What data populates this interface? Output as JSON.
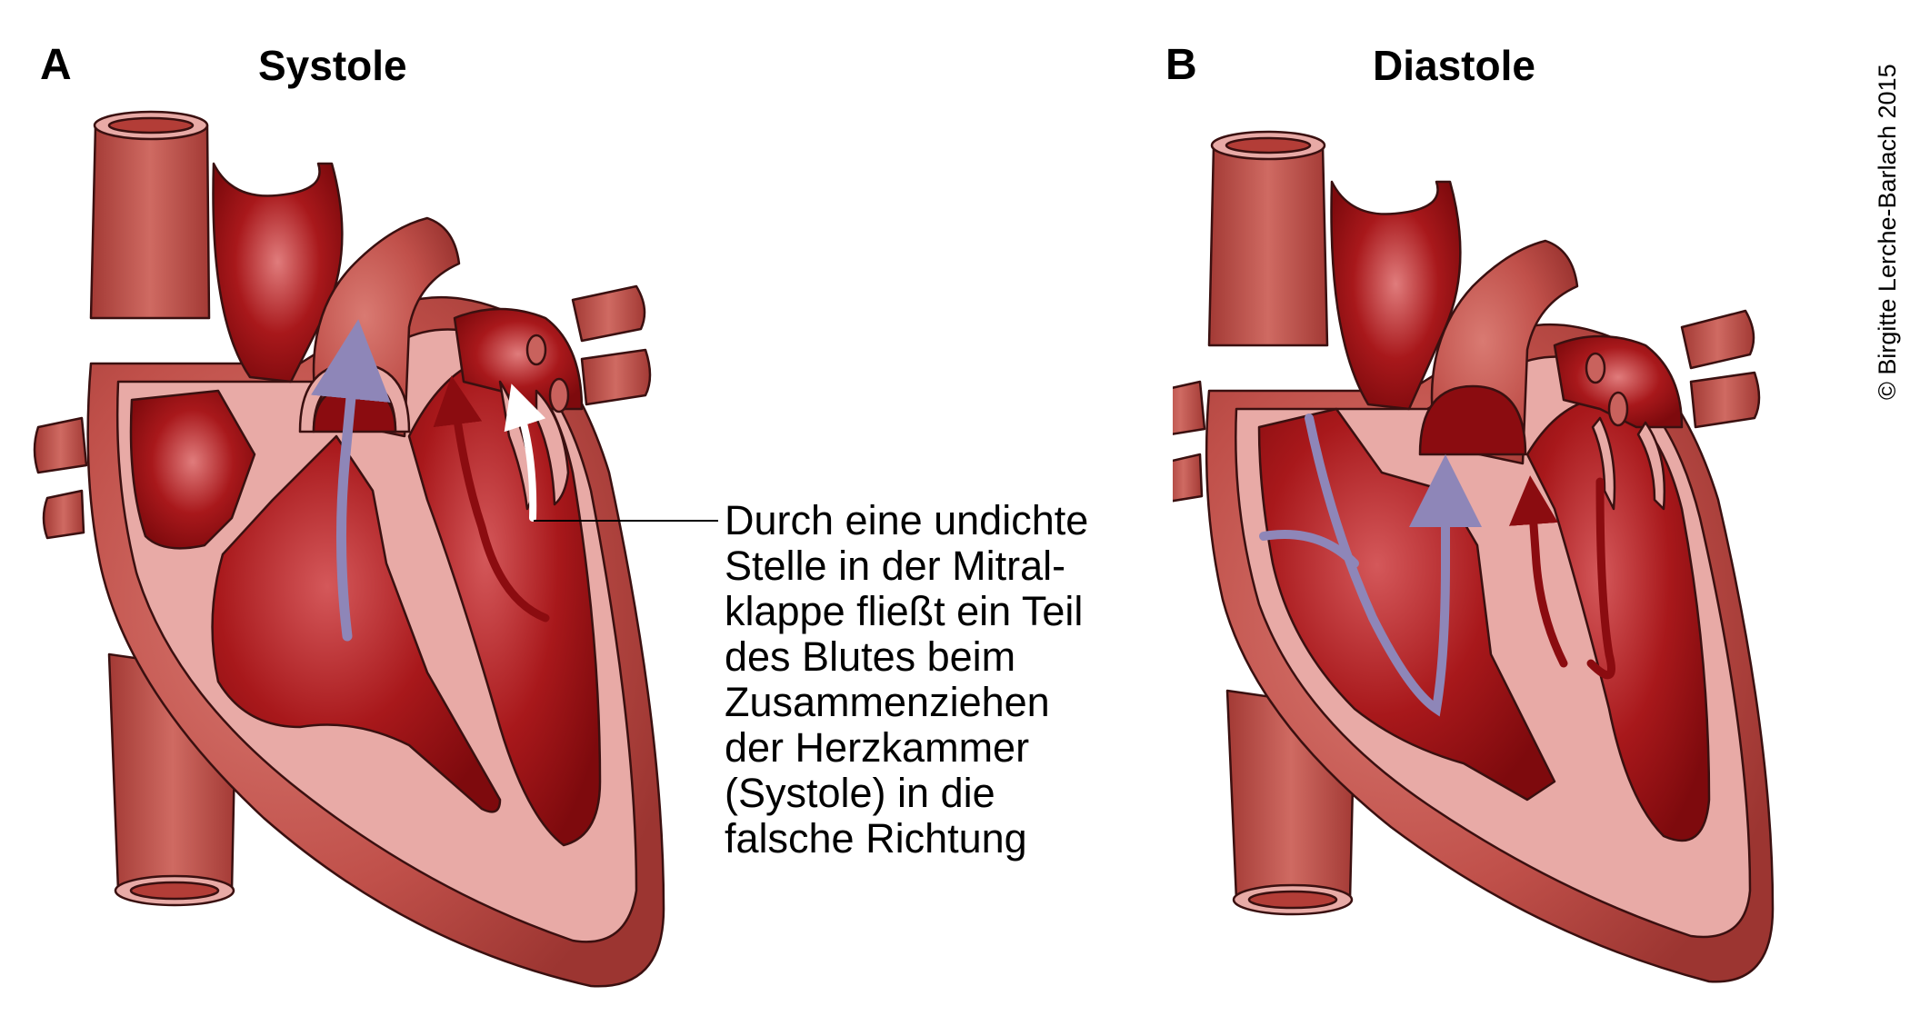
{
  "panels": [
    {
      "letter": "A",
      "title": "Systole"
    },
    {
      "letter": "B",
      "title": "Diastole"
    }
  ],
  "caption_lines": [
    "Durch eine undichte",
    "Stelle in der Mitral-",
    "klappe fließt ein Teil",
    "des Blutes beim",
    "Zusammenziehen",
    "der Herzkammer",
    "(Systole) in die",
    "falsche Richtung"
  ],
  "copyright": "© Birgitte Lerche-Barlach 2015",
  "colors": {
    "heart_outer": "#c0504a",
    "heart_light": "#e8aaa6",
    "chamber": "#a0171a",
    "blood_flow_arrow": "#8e86b8",
    "red_arrow": "#8b0c10",
    "regurgitation_arrow": "#ffffff",
    "outline": "#3a1010"
  }
}
